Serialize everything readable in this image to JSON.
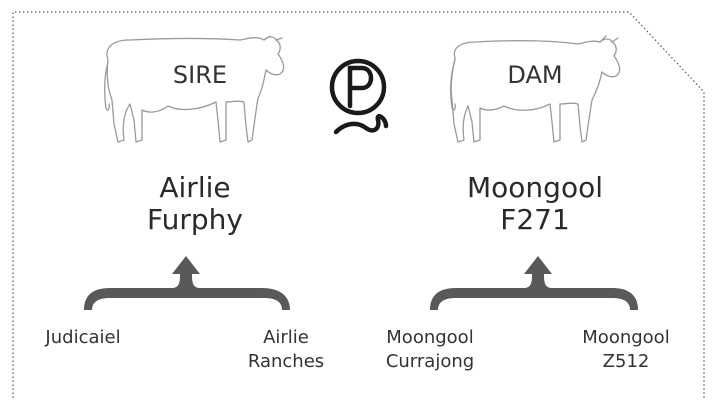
{
  "sire": {
    "label": "SIRE",
    "name_line1": "Airlie",
    "name_line2": "Furphy",
    "parent_left": "Judicaiel",
    "parent_right_line1": "Airlie",
    "parent_right_line2": "Ranches"
  },
  "dam": {
    "label": "DAM",
    "name_line1": "Moongool",
    "name_line2": "F271",
    "parent_left_line1": "Moongool",
    "parent_left_line2": "Currajong",
    "parent_right_line1": "Moongool",
    "parent_right_line2": "Z512"
  },
  "colors": {
    "border": "#555555",
    "bracket": "#595959",
    "cow_outline": "#9a9a9a",
    "logo": "#1a1a1a"
  },
  "icons": [
    "cow-outline-icon",
    "polled-p-logo-icon",
    "bracket-arrow-icon"
  ]
}
